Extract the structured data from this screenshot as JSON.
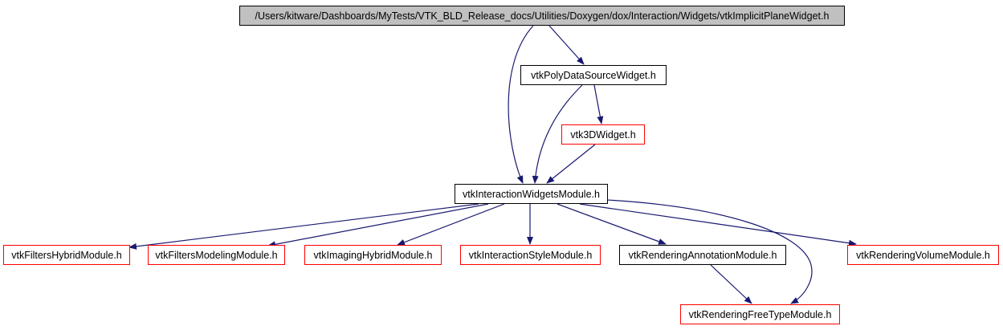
{
  "colors": {
    "edge": "#191970",
    "root_fill": "#c0c0c0",
    "documented_border": "#000000",
    "undocumented_border": "#ff0000",
    "node_fill": "#ffffff"
  },
  "nodes": [
    {
      "id": "root",
      "label": "/Users/kitware/Dashboards/MyTests/VTK_BLD_Release_docs/Utilities/Doxygen/dox/Interaction/Widgets/vtkImplicitPlaneWidget.h",
      "kind": "root"
    },
    {
      "id": "polydata",
      "label": "vtkPolyDataSourceWidget.h",
      "kind": "documented"
    },
    {
      "id": "w3d",
      "label": "vtk3DWidget.h",
      "kind": "undocumented"
    },
    {
      "id": "iwm",
      "label": "vtkInteractionWidgetsModule.h",
      "kind": "documented"
    },
    {
      "id": "fh",
      "label": "vtkFiltersHybridModule.h",
      "kind": "undocumented"
    },
    {
      "id": "fm",
      "label": "vtkFiltersModelingModule.h",
      "kind": "undocumented"
    },
    {
      "id": "ih",
      "label": "vtkImagingHybridModule.h",
      "kind": "undocumented"
    },
    {
      "id": "is",
      "label": "vtkInteractionStyleModule.h",
      "kind": "undocumented"
    },
    {
      "id": "ra",
      "label": "vtkRenderingAnnotationModule.h",
      "kind": "documented"
    },
    {
      "id": "rv",
      "label": "vtkRenderingVolumeModule.h",
      "kind": "undocumented"
    },
    {
      "id": "rf",
      "label": "vtkRenderingFreeTypeModule.h",
      "kind": "undocumented"
    }
  ],
  "edges": [
    {
      "from": "root",
      "to": "polydata"
    },
    {
      "from": "root",
      "to": "iwm"
    },
    {
      "from": "polydata",
      "to": "w3d"
    },
    {
      "from": "polydata",
      "to": "iwm"
    },
    {
      "from": "w3d",
      "to": "iwm"
    },
    {
      "from": "iwm",
      "to": "fh"
    },
    {
      "from": "iwm",
      "to": "fm"
    },
    {
      "from": "iwm",
      "to": "ih"
    },
    {
      "from": "iwm",
      "to": "is"
    },
    {
      "from": "iwm",
      "to": "ra"
    },
    {
      "from": "iwm",
      "to": "rv"
    },
    {
      "from": "iwm",
      "to": "rf"
    },
    {
      "from": "ra",
      "to": "rf"
    }
  ]
}
